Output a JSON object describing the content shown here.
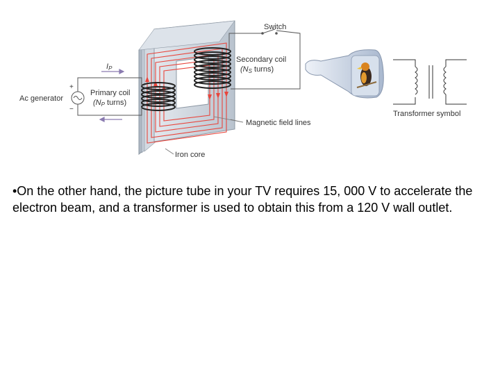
{
  "figure": {
    "labels": {
      "switch": "Switch",
      "secondary_coil_line1": "Secondary coil",
      "secondary_coil_line2": "(N",
      "secondary_coil_sub": "S",
      "secondary_coil_tail": " turns)",
      "ac_generator": "Ac generator",
      "primary_coil_line1": "Primary coil",
      "primary_coil_line2": "(N",
      "primary_coil_sub": "P",
      "primary_coil_tail": " turns)",
      "magnetic_field_lines": "Magnetic field lines",
      "iron_core": "Iron core",
      "transformer_symbol": "Transformer symbol",
      "current_symbol": "I",
      "current_sub": "P",
      "plus": "+",
      "minus": "−"
    },
    "colors": {
      "field_lines": "#e8453c",
      "core_face": "#cfd6de",
      "core_edge": "#9aa5b1",
      "coil": "#222222",
      "wire": "#555555",
      "tube_glass": "#c7d3e6",
      "arrow_current": "#8a7bb0"
    }
  },
  "text": {
    "bullet": "•On the other hand, the picture tube in your TV requires 15, 000 V to accelerate the electron beam, and a transformer is used to obtain this from a 120 V wall outlet."
  }
}
